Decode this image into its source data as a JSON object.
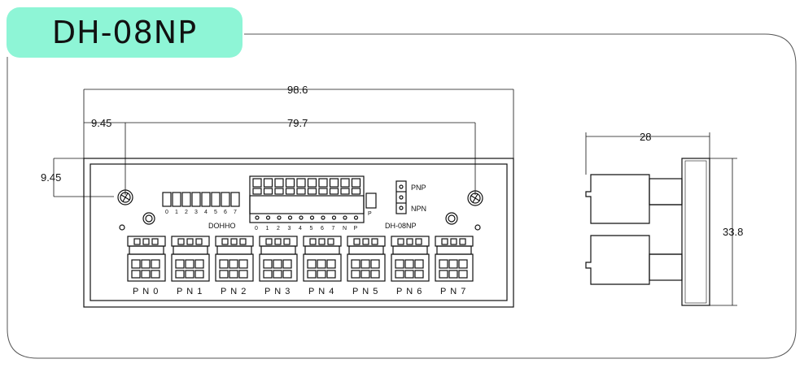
{
  "title": "DH-08NP",
  "dimensions": {
    "overall_width": "98.6",
    "edge_to_hole": "9.45",
    "hole_spacing": "79.7",
    "hole_vertical": "9.45",
    "depth": "28",
    "height": "33.8"
  },
  "board": {
    "brand": "DOHHO",
    "model": "DH-08NP",
    "jumper_pnp": "PNP",
    "jumper_npn": "NPN",
    "indicator_p": "P",
    "led_labels": [
      "0",
      "1",
      "2",
      "3",
      "4",
      "5",
      "6",
      "7"
    ],
    "terminal_labels": [
      "0",
      "1",
      "2",
      "3",
      "4",
      "5",
      "6",
      "7",
      "N",
      "P"
    ],
    "ports": [
      "P N 0",
      "P N 1",
      "P N 2",
      "P N 3",
      "P N 4",
      "P N 5",
      "P N 6",
      "P N 7"
    ]
  }
}
